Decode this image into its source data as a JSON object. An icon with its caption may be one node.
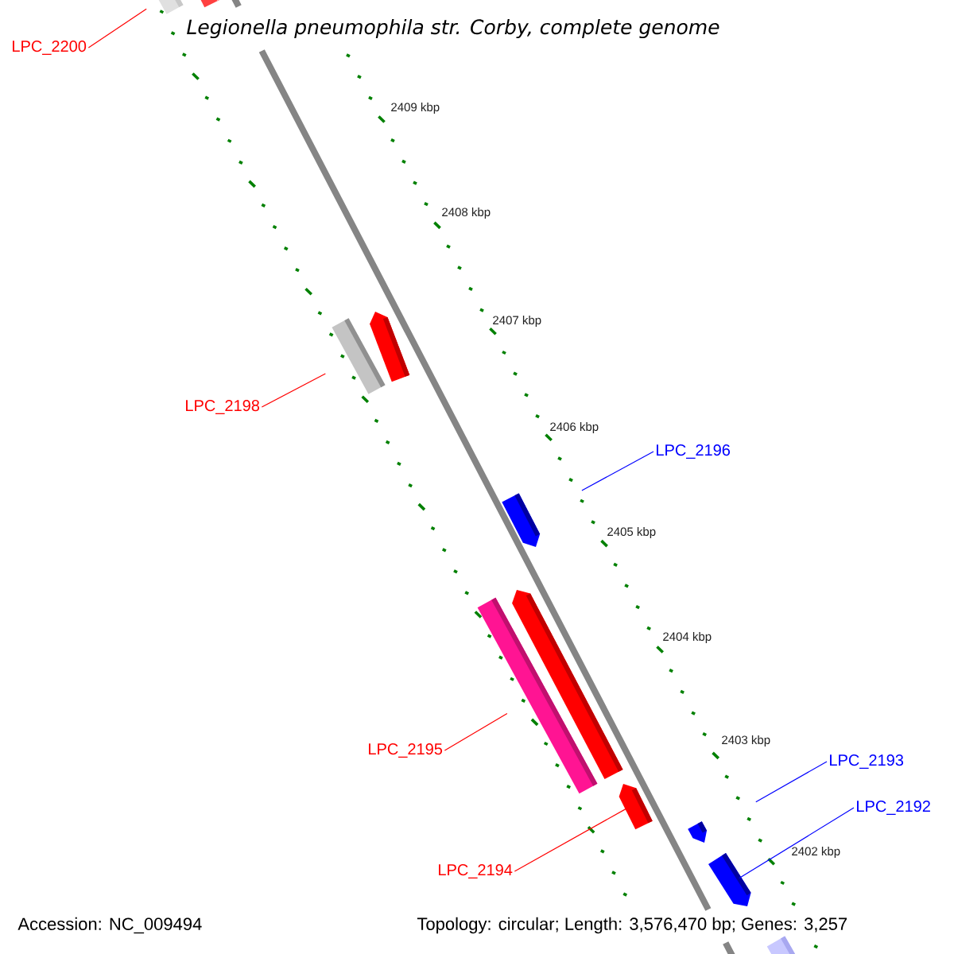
{
  "diagram": {
    "title": "Legionella pneumophila str. Corby, complete genome",
    "nodes": [
      {
        "text": [
          "LPC_2200"
        ]
      },
      {
        "text": [],
        "shape": "bar"
      },
      {
        "text": [],
        "shape": "bar"
      },
      {
        "text": [
          "LPC_2198"
        ]
      },
      {
        "text": [],
        "shape": "bar"
      },
      {
        "text": [],
        "shape": "bar"
      },
      {
        "text": [
          "LPC_2196"
        ]
      },
      {
        "text": [],
        "shape": "bar"
      },
      {
        "text": [
          "LPC_2195"
        ]
      },
      {
        "text": [],
        "shape": "bar"
      },
      {
        "text": [],
        "shape": "bar"
      },
      {
        "text": [
          "LPC_2194"
        ]
      },
      {
        "text": [],
        "shape": "bar"
      },
      {
        "text": [
          "LPC_2193"
        ]
      },
      {
        "text": [],
        "shape": "bar"
      },
      {
        "text": [
          "LPC_2192"
        ]
      },
      {
        "text": [],
        "shape": "bar"
      },
      {
        "text": [],
        "shape": "bar"
      }
    ],
    "edges": [
      {
        "from": 0,
        "to": 1,
        "arrow": "none"
      },
      {
        "from": 3,
        "to": 4,
        "arrow": "none"
      },
      {
        "from": 6,
        "to": 7,
        "arrow": "none",
        "color": "#0000ff"
      },
      {
        "from": 8,
        "to": 9,
        "arrow": "none"
      },
      {
        "from": 11,
        "to": 12,
        "arrow": "none"
      },
      {
        "from": 13,
        "to": 14,
        "arrow": "none",
        "color": "#0000ff"
      },
      {
        "from": 15,
        "to": 16,
        "arrow": "none",
        "color": "#0000ff"
      }
    ],
    "labels": [
      "2409 kbp",
      "2408 kbp",
      "2407 kbp",
      "2406 kbp",
      "2405 kbp",
      "2404 kbp",
      "2403 kbp",
      "2402 kbp",
      "Accession: NC_009494",
      "Topology: circular; Length: 3,576,470 bp; Genes: 3,257"
    ]
  }
}
